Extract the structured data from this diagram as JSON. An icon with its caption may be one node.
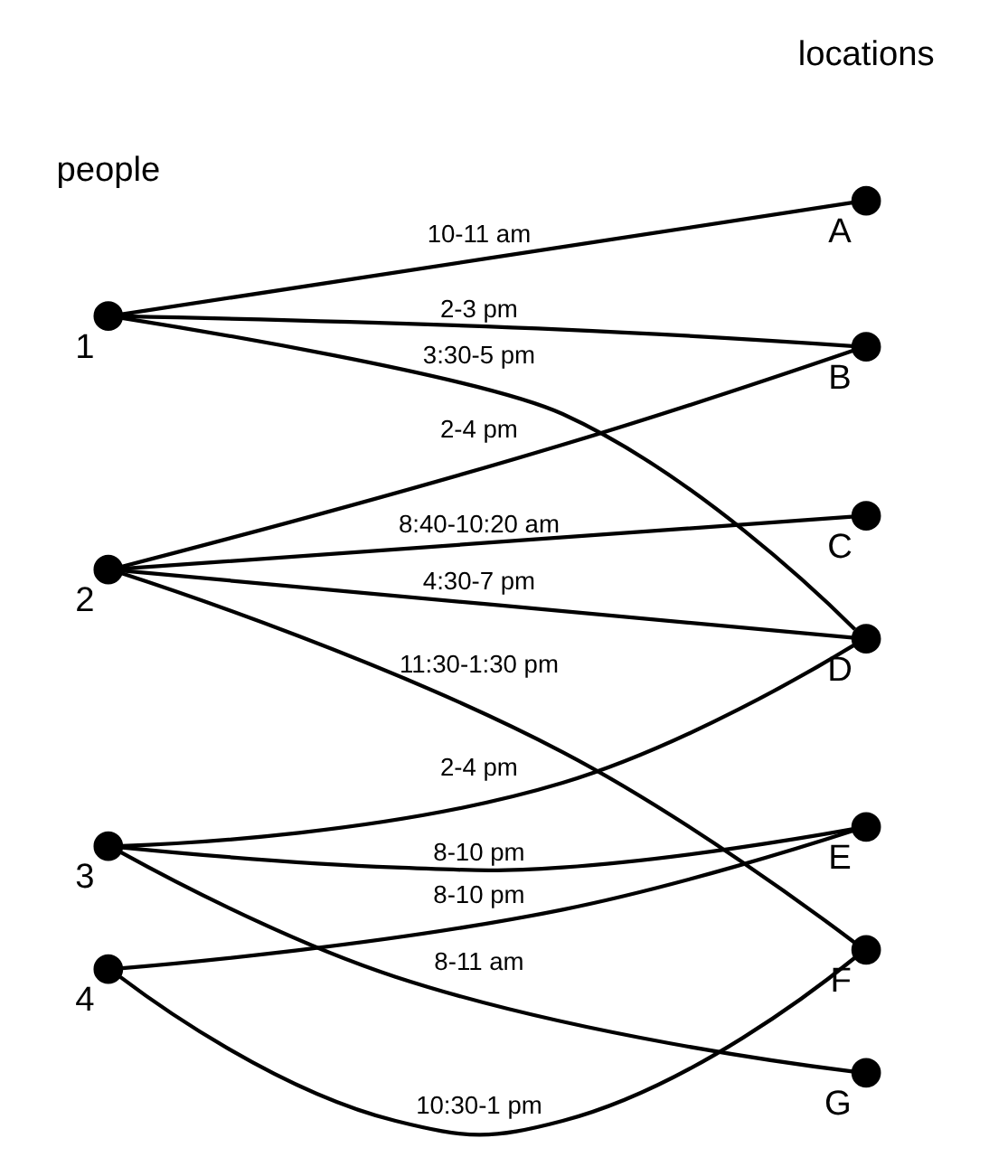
{
  "diagram": {
    "nodes": [
      {
        "text": [],
        "shape": "circle",
        "beside": [
          "1"
        ]
      },
      {
        "text": [],
        "shape": "circle",
        "beside": [
          "2"
        ]
      },
      {
        "text": [],
        "shape": "circle",
        "beside": [
          "3"
        ]
      },
      {
        "text": [],
        "shape": "circle",
        "beside": [
          "4"
        ]
      },
      {
        "text": [],
        "shape": "circle",
        "beside": [
          "A"
        ]
      },
      {
        "text": [],
        "shape": "circle",
        "beside": [
          "B"
        ]
      },
      {
        "text": [],
        "shape": "circle",
        "beside": [
          "C"
        ]
      },
      {
        "text": [],
        "shape": "circle",
        "beside": [
          "D"
        ]
      },
      {
        "text": [],
        "shape": "circle",
        "beside": [
          "E"
        ]
      },
      {
        "text": [],
        "shape": "circle",
        "beside": [
          "F"
        ]
      },
      {
        "text": [],
        "shape": "circle",
        "beside": [
          "G"
        ]
      }
    ],
    "edges": [
      {
        "from": 0,
        "to": 4,
        "arrow": "none",
        "label": "10-11 am"
      },
      {
        "from": 0,
        "to": 5,
        "arrow": "none",
        "label": "2-3 pm"
      },
      {
        "from": 0,
        "to": 7,
        "arrow": "none",
        "label": "3:30-5 pm"
      },
      {
        "from": 1,
        "to": 5,
        "arrow": "none",
        "label": "2-4 pm"
      },
      {
        "from": 1,
        "to": 6,
        "arrow": "none",
        "label": "8:40-10:20 am"
      },
      {
        "from": 1,
        "to": 7,
        "arrow": "none",
        "label": "4:30-7 pm"
      },
      {
        "from": 1,
        "to": 9,
        "arrow": "none",
        "label": "11:30-1:30 pm"
      },
      {
        "from": 2,
        "to": 7,
        "arrow": "none",
        "label": "2-4 pm"
      },
      {
        "from": 2,
        "to": 8,
        "arrow": "none",
        "label": "8-10 pm"
      },
      {
        "from": 2,
        "to": 10,
        "arrow": "none",
        "label": "8-11 am"
      },
      {
        "from": 3,
        "to": 8,
        "arrow": "none",
        "label": "8-10 pm"
      },
      {
        "from": 3,
        "to": 9,
        "arrow": "none",
        "label": "10:30-1 pm"
      }
    ],
    "labels": [
      "people",
      "locations"
    ]
  }
}
